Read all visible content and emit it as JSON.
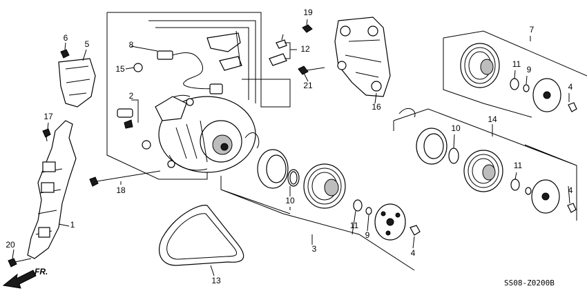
{
  "callouts": {
    "c1": "1",
    "c2": "2",
    "c3": "3",
    "c4a": "4",
    "c4b": "4",
    "c4c": "4",
    "c5": "5",
    "c6": "6",
    "c7": "7",
    "c8": "8",
    "c9a": "9",
    "c9b": "9",
    "c10a": "10",
    "c10b": "10",
    "c11a": "11",
    "c11b": "11",
    "c11c": "11",
    "c12": "12",
    "c13": "13",
    "c14": "14",
    "c15": "15",
    "c16": "16",
    "c17": "17",
    "c18": "18",
    "c19": "19",
    "c20": "20",
    "c21": "21"
  },
  "direction_label": "FR.",
  "diagram_code": "SS08-Z0200B"
}
